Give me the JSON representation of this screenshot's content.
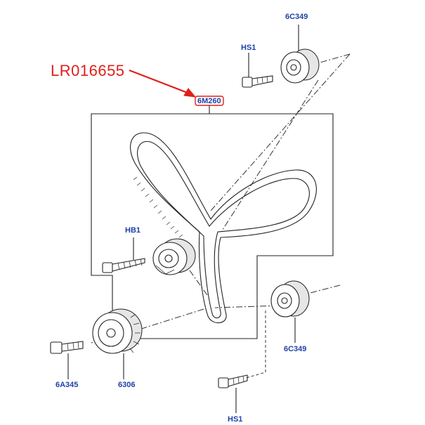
{
  "callout": {
    "part_number": "LR016655",
    "color": "#e0201b"
  },
  "labels": {
    "belt": "6M260",
    "idler_upper": "6C349",
    "bolt_upper": "HS1",
    "tensioner_bolt": "HB1",
    "idler_lower": "6C349",
    "crank_bolt": "6A345",
    "crank_sprocket": "6306",
    "bolt_lower": "HS1"
  },
  "colors": {
    "label_blue": "#1f3fa8",
    "line": "#222222",
    "highlight_box": "#e0201b"
  }
}
